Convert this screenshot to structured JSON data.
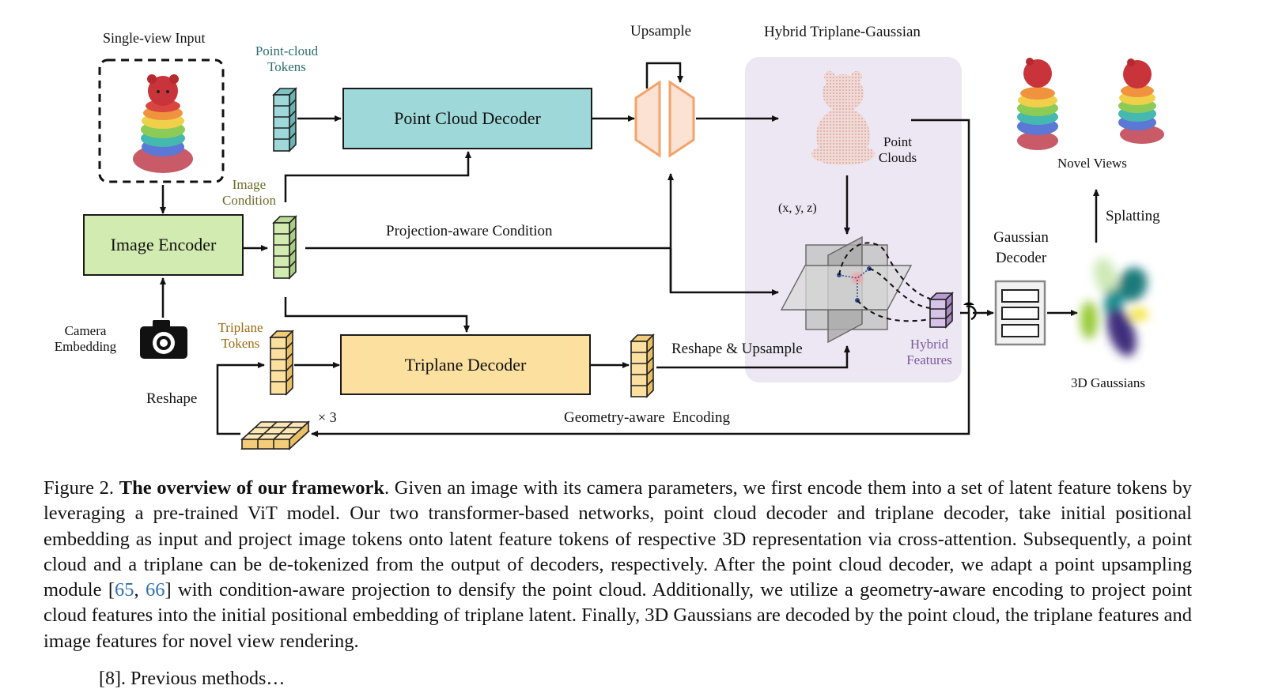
{
  "figure": {
    "input_label": "Single-view Input",
    "pc_tokens_label": "Point-cloud Tokens",
    "image_condition_label": "Image Condition",
    "triplane_tokens_label": "Triplane Tokens",
    "camera_embedding_label": "Camera Embedding",
    "reshape_label": "Reshape",
    "times3_label": "× 3",
    "image_encoder": "Image Encoder",
    "point_cloud_decoder": "Point Cloud Decoder",
    "triplane_decoder": "Triplane Decoder",
    "projection_condition": "Projection-aware Condition",
    "upsample_label": "Upsample",
    "hybrid_title": "Hybrid Triplane-Gaussian",
    "point_clouds_label": "Point Clouds",
    "xyz_label": "(x, y, z)",
    "hybrid_features_label": "Hybrid Features",
    "reshape_upsample_label": "Reshape & Upsample",
    "geometry_encoding_label": "Geometry-aware  Encoding",
    "gaussian_decoder_label": "Gaussian Decoder",
    "gaussians_label": "3D Gaussians",
    "splatting_label": "Splatting",
    "novel_views_label": "Novel Views"
  },
  "colors": {
    "teal": "#9fd8d8",
    "green": "#d2ebb0",
    "yellow": "#fbe0a0",
    "orange": "#f3a36b",
    "lavender": "#ede7f4",
    "purple": "#7a5a9a",
    "caption_link": "#2f6fb0"
  },
  "caption": {
    "prefix": "Figure 2. ",
    "title": "The overview of our framework",
    "body_1": ". Given an image with its camera parameters, we first encode them into a set of latent feature tokens by leveraging a pre-trained ViT model. Our two transformer-based networks, point cloud decoder and triplane decoder, take initial positional embedding as input and project image tokens onto latent feature tokens of respective 3D representation via cross-attention. Subsequently, a point cloud and a triplane can be de-tokenized from the output of decoders, respectively. After the point cloud decoder, we adapt a point upsampling module [",
    "cite_1": "65",
    "sep": ", ",
    "cite_2": "66",
    "body_2": "] with condition-aware projection to densify the point cloud. Additionally, we utilize a geometry-aware encoding to project point cloud features into the initial positional embedding of triplane latent. Finally, 3D Gaussians are decoded by the point cloud, the triplane features and image features for novel view rendering."
  },
  "cutoff_text": "[8]. Previous methods…"
}
